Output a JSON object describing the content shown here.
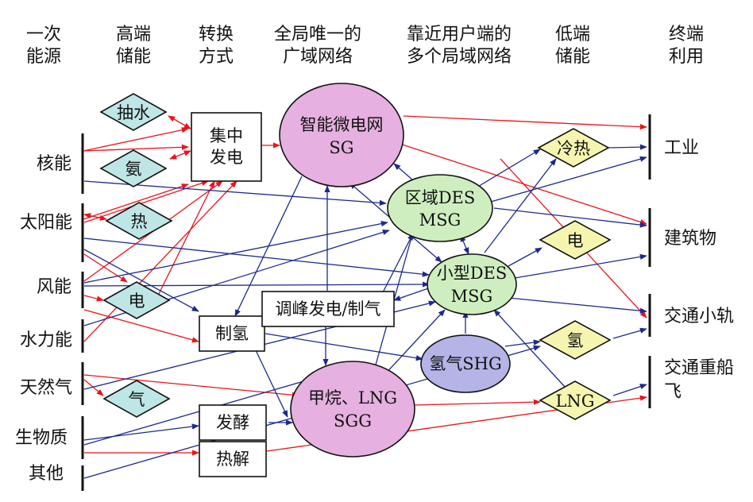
{
  "headers": [
    [
      "一次",
      "能源"
    ],
    [
      "高端",
      "储能"
    ],
    [
      "转换",
      "方式"
    ],
    [
      "全局唯一的",
      "广域网络"
    ],
    [
      "靠近用户端的",
      "多个局域网络"
    ],
    [
      "低端",
      "储能"
    ],
    [
      "终端",
      "利用"
    ]
  ],
  "sources": [
    "核能",
    "太阳能",
    "风能",
    "水力能",
    "天然气",
    "生物质",
    "其他"
  ],
  "high_storage": [
    "抽水",
    "氨",
    "热",
    "电",
    "气"
  ],
  "conversion": [
    "集中",
    "发电",
    "制氢",
    "调峰发电/制气",
    "发酵",
    "热解"
  ],
  "networks": {
    "sg": [
      "智能微电网",
      "SG"
    ],
    "msg_region": [
      "区域DES",
      "MSG"
    ],
    "msg_small": [
      "小型DES",
      "MSG"
    ],
    "shg": "氢气SHG",
    "sgg": [
      "甲烷、LNG",
      "SGG"
    ]
  },
  "low_storage": [
    "冷热",
    "电",
    "氢",
    "LNG"
  ],
  "end_use": [
    "工业",
    "建筑物",
    "交通小轨",
    "交通重船",
    "飞"
  ],
  "colors": {
    "red_arrow": "#e8141c",
    "blue_arrow": "#1c2a8c",
    "storage_diamond": "#bfe6e6",
    "low_storage_diamond": "#f5f5b0",
    "sg_fill": "#e6b0e0",
    "msg_fill": "#cfeec0",
    "shg_fill": "#b4b4e6",
    "sgg_fill": "#e6b0e0"
  }
}
